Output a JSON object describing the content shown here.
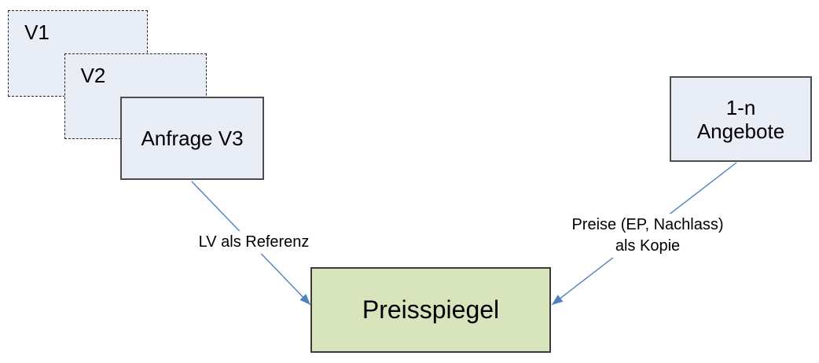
{
  "diagram": {
    "nodes": {
      "v1": {
        "label": "V1"
      },
      "v2": {
        "label": "V2"
      },
      "anfrage_v3": {
        "label": "Anfrage V3"
      },
      "angebote": {
        "label": "1-n\nAngebote"
      },
      "preisspiegel": {
        "label": "Preisspiegel"
      }
    },
    "edges": {
      "lv_referenz": {
        "label": "LV als Referenz"
      },
      "preise_kopie": {
        "label": "Preise (EP, Nachlass)\nals Kopie"
      }
    },
    "colors": {
      "node_fill_blue": "#e9edf6",
      "node_fill_green": "#d7e4bc",
      "node_border_gray": "#4d4d4d",
      "node_border_dark": "#3b3b3b",
      "dashed_border": "#262626",
      "arrow_blue": "#4f81bd",
      "text": "#000000",
      "background": "#ffffff"
    }
  }
}
